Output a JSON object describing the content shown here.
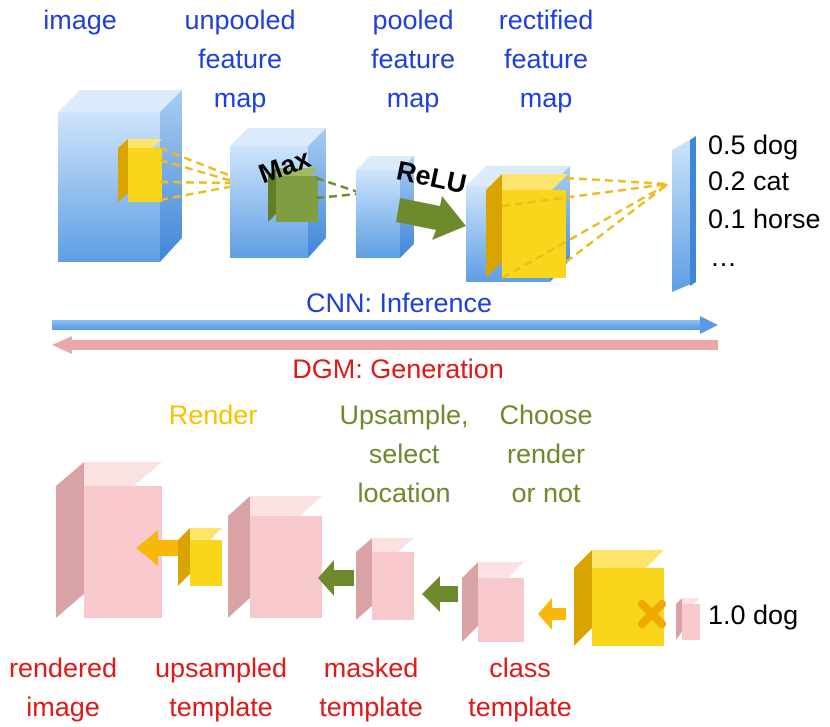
{
  "colors": {
    "label_blue": "#1f3fe0",
    "label_red": "#e01818",
    "label_gold": "#f7c200",
    "label_olive": "#6e8a2c",
    "block_blue": "#9cc6ee",
    "block_pink": "#f7c9cc",
    "block_yellow": "#f9d61c",
    "block_green": "#7f9e41",
    "arrow_blue": "#6fa8ee",
    "arrow_pink": "#e9a7a8"
  },
  "top_labels": {
    "image": "image",
    "unpooled": [
      "unpooled",
      "feature",
      "map"
    ],
    "pooled": [
      "pooled",
      "feature",
      "map"
    ],
    "rectified": [
      "rectified",
      "feature",
      "map"
    ]
  },
  "operations": {
    "max": "Max",
    "relu": "ReLU"
  },
  "outputs": [
    "0.5 dog",
    "0.2 cat",
    "0.1 horse",
    "…"
  ],
  "cnn_label": "CNN: Inference",
  "dgm_label": "DGM: Generation",
  "bottom_ops": {
    "render": "Render",
    "upsample": [
      "Upsample,",
      "select",
      "location"
    ],
    "choose": [
      "Choose",
      "render",
      "or not"
    ]
  },
  "bottom_labels": {
    "rendered": [
      "rendered",
      "image"
    ],
    "upsampled": [
      "upsampled",
      "template"
    ],
    "masked": [
      "masked",
      "template"
    ],
    "class": [
      "class",
      "template"
    ]
  },
  "bottom_output": "1.0 dog"
}
